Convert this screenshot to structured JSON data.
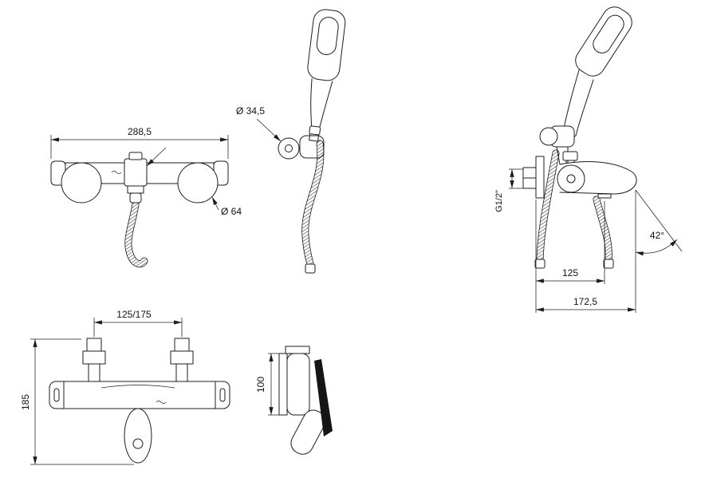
{
  "drawing": {
    "background": "#ffffff",
    "line_color": "#1c1c1c"
  },
  "views": {
    "front_top": {
      "overall_width": "288,5",
      "handle_diameter": "Ø 64"
    },
    "hand_shower": {
      "holder_diameter": "Ø 34,5"
    },
    "side_profile": {
      "connection_thread": "G1/2\"",
      "spout_reach": "125",
      "overall_depth": "172,5",
      "spout_angle": "42°"
    },
    "front_bottom": {
      "inlet_spacing": "125/175",
      "overall_height": "185"
    },
    "side_bottom": {
      "body_height": "100"
    }
  }
}
